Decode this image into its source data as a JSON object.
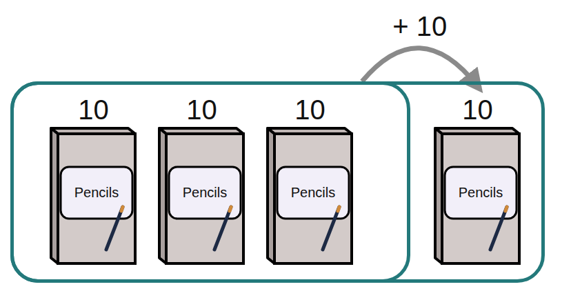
{
  "diagram": {
    "nodes": [
      {
        "text": []
      },
      {
        "text": [],
        "in": 0
      },
      {
        "text": [
          "10",
          "Pencils"
        ],
        "in": 1
      },
      {
        "text": [
          "10",
          "Pencils"
        ],
        "in": 1
      },
      {
        "text": [
          "10",
          "Pencils"
        ],
        "in": 1
      },
      {
        "text": [
          "10",
          "Pencils"
        ],
        "in": 0
      }
    ],
    "edges": [
      {
        "from": 1,
        "to": 5,
        "label": "+ 10",
        "arrow": "to"
      }
    ]
  }
}
